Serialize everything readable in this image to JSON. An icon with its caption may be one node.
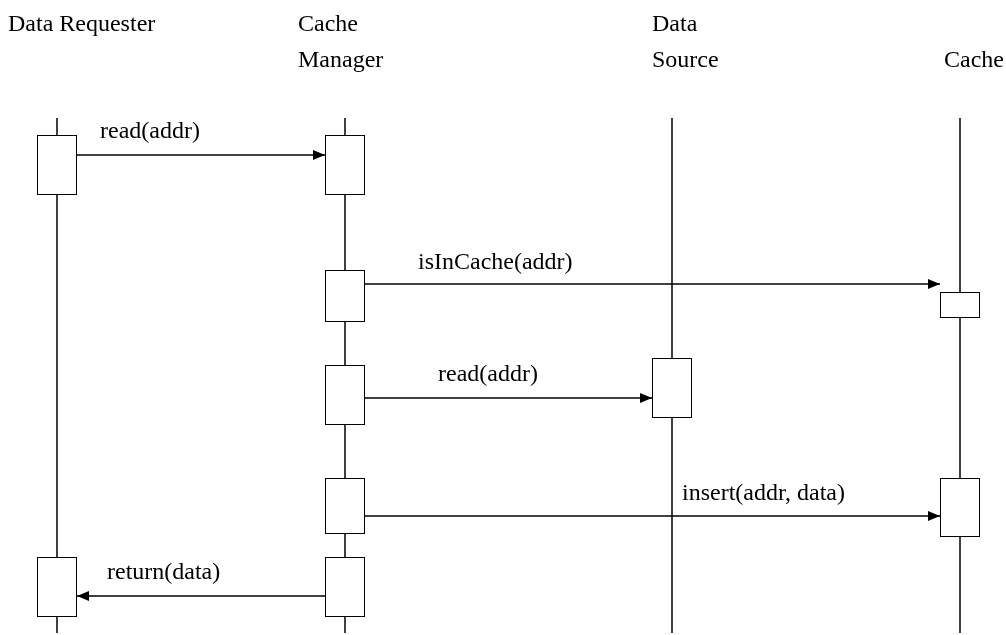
{
  "diagram": {
    "nodes": [
      {
        "text": [
          "Data Requester"
        ]
      },
      {
        "text": [
          "Cache Manager"
        ]
      },
      {
        "text": [
          "Data Source"
        ]
      },
      {
        "text": [
          "Cache"
        ]
      },
      {
        "text": [],
        "shape": "box"
      },
      {
        "text": [],
        "shape": "box"
      },
      {
        "text": [],
        "shape": "box"
      },
      {
        "text": [],
        "shape": "box"
      },
      {
        "text": [],
        "shape": "box"
      },
      {
        "text": [],
        "shape": "box"
      },
      {
        "text": [],
        "shape": "box"
      },
      {
        "text": [],
        "shape": "box"
      },
      {
        "text": [],
        "shape": "box"
      },
      {
        "text": [],
        "shape": "box"
      }
    ],
    "edges": [
      {
        "from": 4,
        "to": 5,
        "arrow": "to",
        "label": "read(addr)"
      },
      {
        "from": 6,
        "to": 7,
        "arrow": "to",
        "label": "isInCache(addr)"
      },
      {
        "from": 9,
        "to": 8,
        "arrow": "to",
        "label": "read(addr)"
      },
      {
        "from": 10,
        "to": 11,
        "arrow": "to",
        "label": "insert(addr, data)"
      },
      {
        "from": 13,
        "to": 12,
        "arrow": "to",
        "label": "return(data)"
      }
    ]
  }
}
